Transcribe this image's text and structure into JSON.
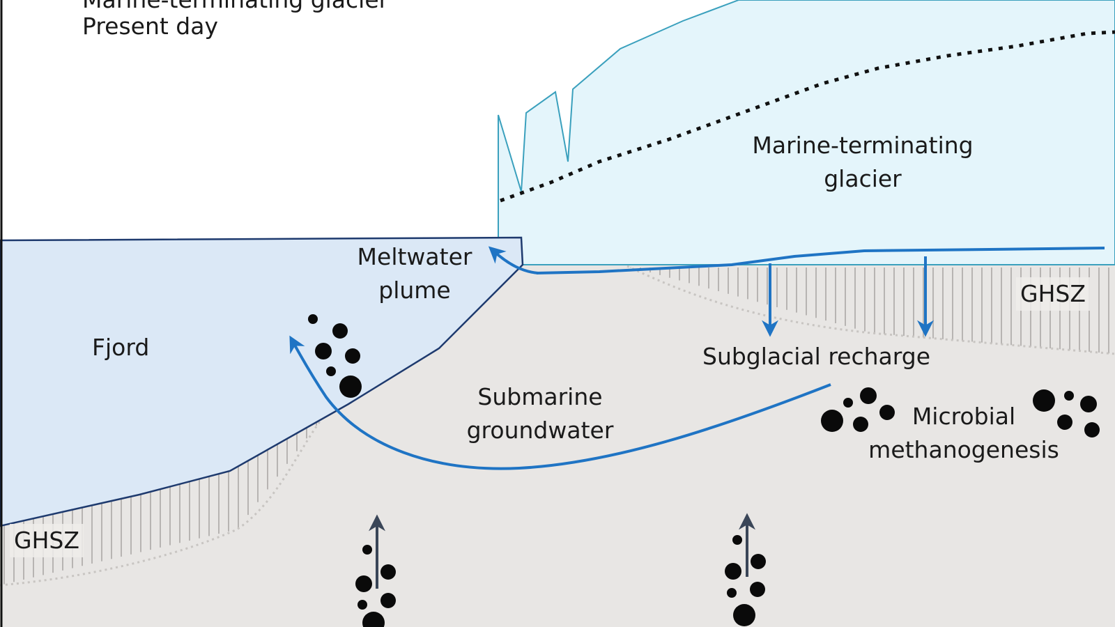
{
  "header": {
    "line1": "Marine-terminating glacier",
    "line2": "Present day"
  },
  "labels": {
    "glacier_line1": "Marine-terminating",
    "glacier_line2": "glacier",
    "plume_line1": "Meltwater",
    "plume_line2": "plume",
    "fjord": "Fjord",
    "ghsz_right": "GHSZ",
    "ghsz_left": "GHSZ",
    "recharge": "Subglacial recharge",
    "groundwater_line1": "Submarine",
    "groundwater_line2": "groundwater",
    "methanogenesis_line1": "Microbial",
    "methanogenesis_line2": "methanogenesis"
  },
  "colors": {
    "glacier_fill": "#e4f5fb",
    "glacier_stroke": "#3aa0bd",
    "fjord_fill": "#dbe8f6",
    "fjord_stroke": "#1e3a6e",
    "sediment": "#e8e6e4",
    "flow_arrow": "#1f74c4",
    "gas_arrow": "#3a4658",
    "bubble": "#0a0a0a",
    "hatch": "#b7b4b2"
  }
}
